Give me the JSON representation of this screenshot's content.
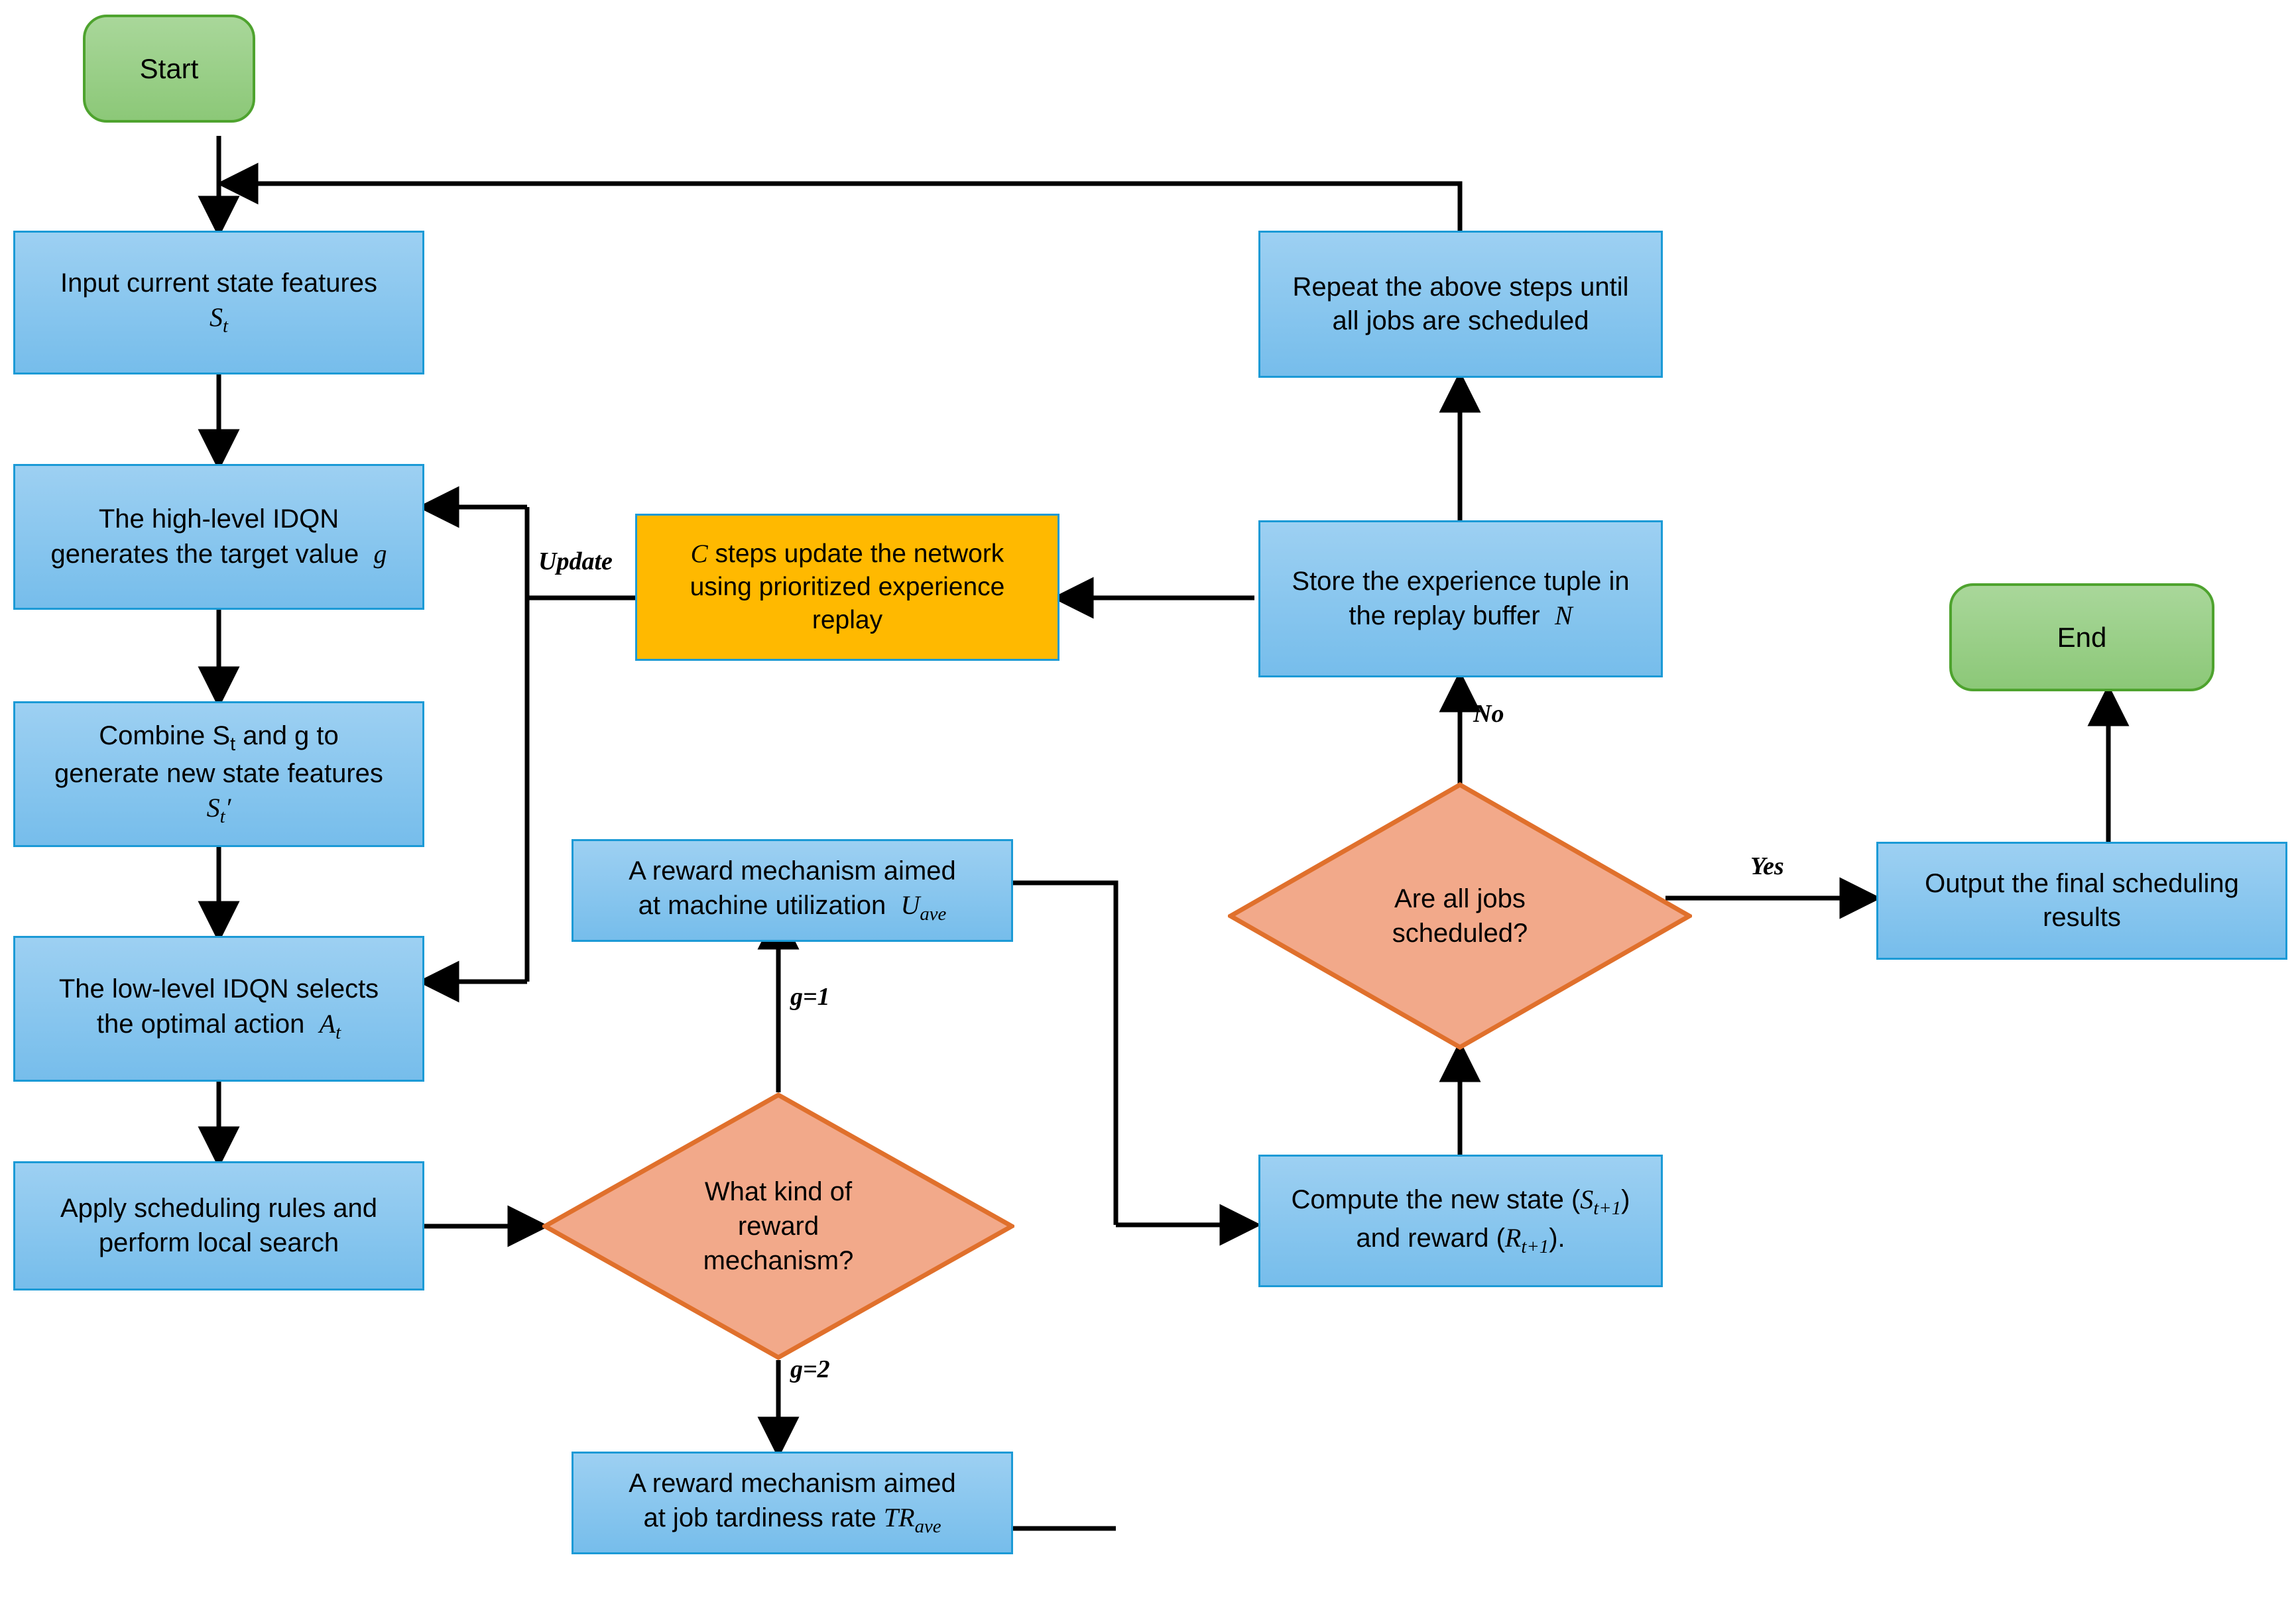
{
  "diagram": {
    "title": "Hierarchical IDQN scheduling flowchart",
    "colors": {
      "process_fill": "#8cc8ef",
      "process_border": "#1b9ad6",
      "terminator_fill": "#9bd08a",
      "terminator_border": "#4ea32e",
      "decision_fill": "#f2a98a",
      "decision_border": "#e0702c",
      "accent_fill": "#ffb900",
      "edge": "#000000",
      "background": "#ffffff"
    },
    "nodes": [
      {
        "id": "start",
        "type": "terminator",
        "label": "Start"
      },
      {
        "id": "input-state",
        "type": "process",
        "label_line1": "Input current state features",
        "label_math": "S",
        "label_sub": "t"
      },
      {
        "id": "high-idqn",
        "type": "process",
        "label_line1": "The high-level IDQN",
        "label_line2": "generates the target value",
        "label_math": "g"
      },
      {
        "id": "combine",
        "type": "process",
        "label_line1": "Combine S",
        "label_sub1": "t",
        "label_line1b": " and g to",
        "label_line2": "generate new state features",
        "label_math": "S",
        "label_sub2": "t",
        "label_prime": "′"
      },
      {
        "id": "low-idqn",
        "type": "process",
        "label_line1": "The low-level IDQN selects",
        "label_line2": "the optimal action",
        "label_math": "A",
        "label_sub": "t"
      },
      {
        "id": "apply-rules",
        "type": "process",
        "label_line1": "Apply scheduling rules and",
        "label_line2": "perform local search"
      },
      {
        "id": "reward-kind",
        "type": "decision",
        "label_line1": "What kind of",
        "label_line2": "reward",
        "label_line3": "mechanism?"
      },
      {
        "id": "reward-util",
        "type": "process",
        "label_line1": "A reward mechanism aimed",
        "label_line2": "at machine utilization",
        "label_math": "U",
        "label_sub": "ave"
      },
      {
        "id": "reward-tard",
        "type": "process",
        "label_line1": "A reward mechanism aimed",
        "label_line2": "at job tardiness rate",
        "label_math": "TR",
        "label_sub": "ave"
      },
      {
        "id": "compute-new",
        "type": "process",
        "label_line1": "Compute the new state (",
        "label_math1": "S",
        "label_sub1": "t+1",
        "label_line1b": ")",
        "label_line2": "and reward (",
        "label_math2": "R",
        "label_sub2": "t+1",
        "label_line2b": ")."
      },
      {
        "id": "all-jobs",
        "type": "decision",
        "label_line1": "Are all jobs",
        "label_line2": "scheduled?"
      },
      {
        "id": "store-tuple",
        "type": "process",
        "label_line1": "Store the experience tuple in",
        "label_line2": "the replay buffer",
        "label_math": "N"
      },
      {
        "id": "repeat-steps",
        "type": "process",
        "label_line1": "Repeat the above steps until",
        "label_line2": "all jobs are scheduled"
      },
      {
        "id": "c-steps",
        "type": "accent",
        "label_math": "C",
        "label_line1": " steps update the network",
        "label_line2": "using prioritized experience",
        "label_line3": "replay"
      },
      {
        "id": "output-final",
        "type": "process",
        "label_line1": "Output the final scheduling",
        "label_line2": "results"
      },
      {
        "id": "end",
        "type": "terminator",
        "label": "End"
      }
    ],
    "edge_labels": [
      {
        "id": "update-label",
        "text": "Update"
      },
      {
        "id": "g1-label",
        "text": "g=1"
      },
      {
        "id": "g2-label",
        "text": "g=2"
      },
      {
        "id": "no-label",
        "text": "No"
      },
      {
        "id": "yes-label",
        "text": "Yes"
      }
    ]
  }
}
